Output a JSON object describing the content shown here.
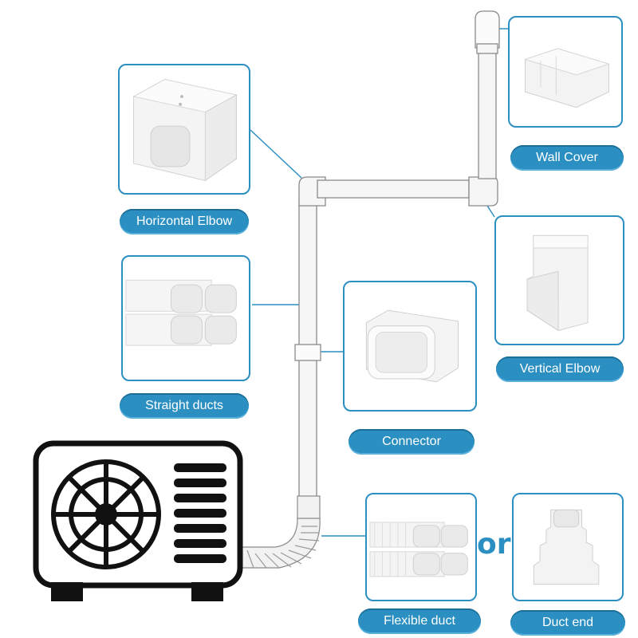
{
  "accent": "#2b8fc2",
  "labels": {
    "wall_cover": "Wall Cover",
    "horizontal_elbow": "Horizontal Elbow",
    "straight_ducts": "Straight ducts",
    "vertical_elbow": "Vertical Elbow",
    "connector": "Connector",
    "flexible_duct": "Flexible duct",
    "duct_end": "Duct end",
    "or": "or"
  }
}
